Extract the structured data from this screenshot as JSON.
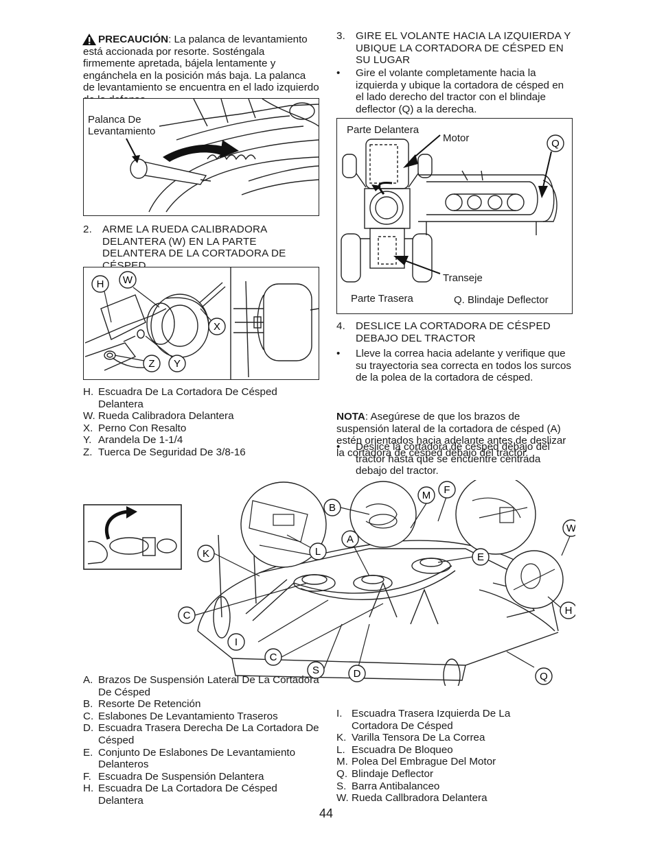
{
  "caution": {
    "title": "PRECAUCIÓN",
    "text": ": La palanca de levantamiento está accionada por resorte. Sosténgala firmemente apretada, bájela lentamente y engánchela en la posición más baja. La palanca de levantamiento se encuentra en el lado izquierdo de la defensa."
  },
  "fig1": {
    "label": "Palanca De\nLevantamiento"
  },
  "step2": {
    "num": "2.",
    "text": "ARME LA RUEDA CALIBRADORA DELANTERA (W) EN LA PARTE DELANTERA DE LA CORTADORA DE CÉSPED"
  },
  "fig2": {
    "callouts": [
      "H",
      "W",
      "X",
      "Z",
      "Y"
    ]
  },
  "legend2": [
    {
      "key": "H.",
      "text": "Escuadra De La Cortadora De Césped Delantera"
    },
    {
      "key": "W.",
      "text": "Rueda Calibradora Delantera"
    },
    {
      "key": "X.",
      "text": "Perno Con Resalto"
    },
    {
      "key": "Y.",
      "text": "Arandela De 1-1/4"
    },
    {
      "key": "Z.",
      "text": "Tuerca De Seguridad De 3/8-16"
    }
  ],
  "step3": {
    "num": "3.",
    "text": "GIRE EL VOLANTE HACIA LA IZQUIERDA Y UBIQUE LA CORTADORA DE CÉSPED EN SU LUGAR",
    "bullet": "Gire el volante completamente hacia la izquierda y ubique la cortadora de césped en el lado derecho del tractor con el blindaje deflector (Q) a la derecha."
  },
  "fig3": {
    "front": "Parte Delantera",
    "motor": "Motor",
    "q": "Q",
    "transeje": "Transeje",
    "rear": "Parte Trasera",
    "deflector": "Q.  Blindaje Deflector"
  },
  "step4": {
    "num": "4.",
    "text": "DESLICE LA CORTADORA DE CÉSPED DEBAJO DEL TRACTOR",
    "bullet": "Lleve la correa hacia adelante y verifique que su trayectoria sea correcta en todos los surcos de la polea de la cortadora de césped."
  },
  "note": {
    "label": "NOTA",
    "text": ": Asegúrese de que los brazos de suspensión lateral de la cortadora de césped (A) estén orientados hacia adelante antes de deslizar la cortadora de césped debajo del tractor."
  },
  "bullet5": "Deslice la cortadora de césped debajo del tractor hasta que se encuentre centrada debajo del tractor.",
  "fig4": {
    "callouts": [
      "B",
      "M",
      "F",
      "L",
      "A",
      "W",
      "K",
      "E",
      "C",
      "H",
      "I",
      "C",
      "S",
      "D",
      "Q"
    ]
  },
  "legend4_left": [
    {
      "key": "A.",
      "text": "Brazos De Suspensión Lateral De La Cortadora De Césped"
    },
    {
      "key": "B.",
      "text": "Resorte De Retención"
    },
    {
      "key": "C.",
      "text": "Eslabones De Levantamiento Traseros"
    },
    {
      "key": "D.",
      "text": "Escuadra Trasera Derecha De La Cortadora De Césped"
    },
    {
      "key": "E.",
      "text": "Conjunto De Eslabones De Levantamiento Delanteros"
    },
    {
      "key": "F.",
      "text": "Escuadra De Suspensión Delantera"
    },
    {
      "key": "H.",
      "text": "Escuadra De La Cortadora De Césped Delantera"
    }
  ],
  "legend4_right": [
    {
      "key": "I.",
      "text": "Escuadra Trasera Izquierda De La Cortadora De Césped"
    },
    {
      "key": "K.",
      "text": "Varilla Tensora De La Correa"
    },
    {
      "key": "L.",
      "text": "Escuadra De Bloqueo"
    },
    {
      "key": "M.",
      "text": "Polea Del Embrague Del Motor"
    },
    {
      "key": "Q.",
      "text": "Blindaje Deflector"
    },
    {
      "key": "S.",
      "text": "Barra Antibalanceo"
    },
    {
      "key": "W.",
      "text": "Rueda Callbradora Delantera"
    }
  ],
  "page_number": "44"
}
